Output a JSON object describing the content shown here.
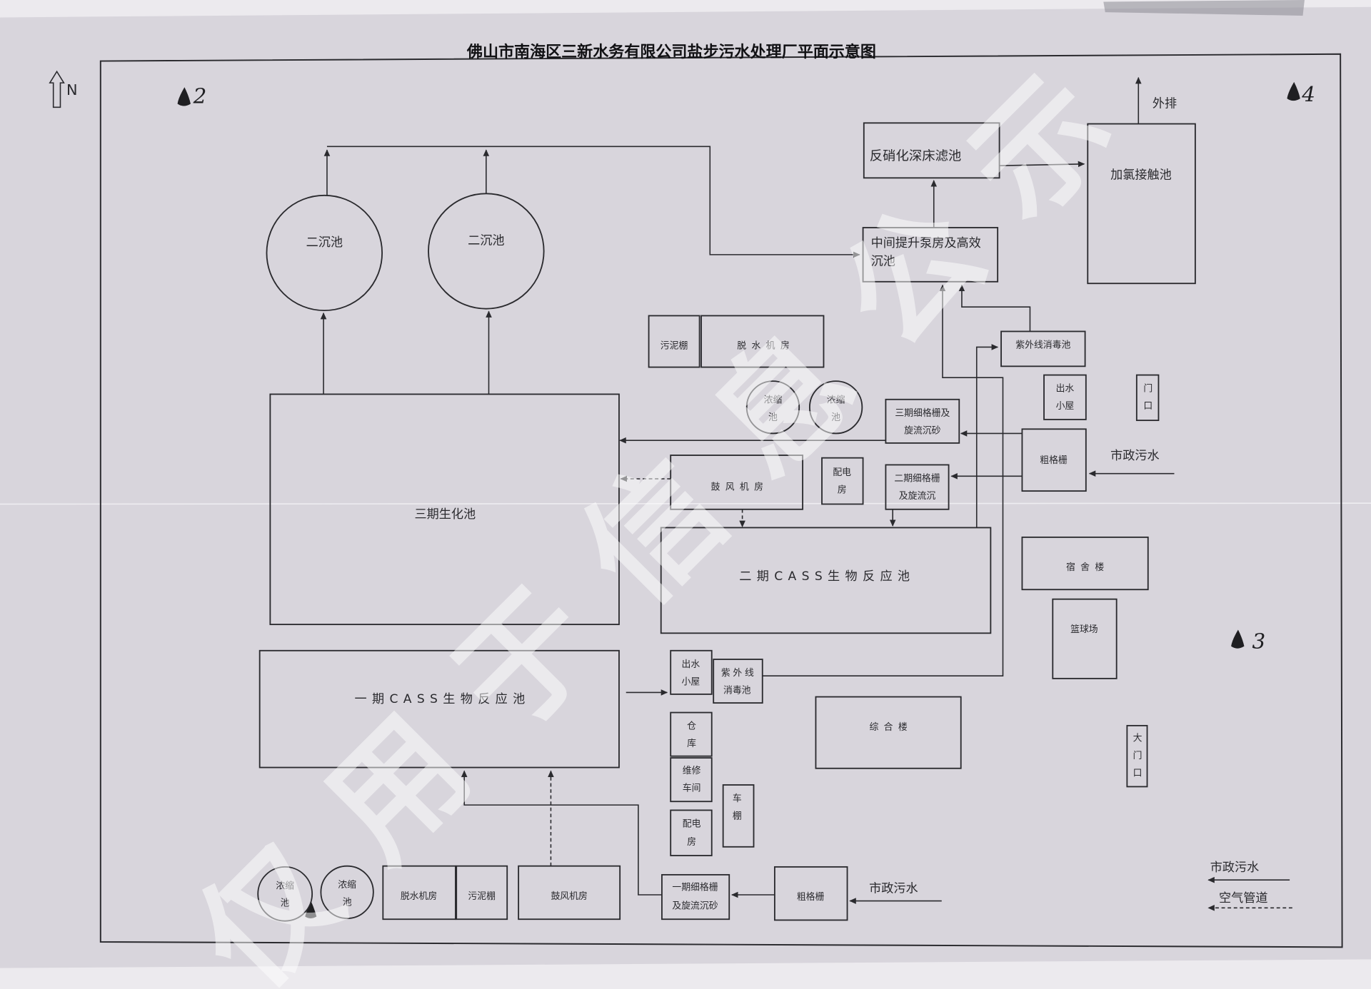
{
  "title": "佛山市南海区三新水务有限公司盐步污水处理厂平面示意图",
  "compass": {
    "north_label": "N"
  },
  "markers": {
    "marker_2": "2",
    "marker_4": "4",
    "marker_3": "3"
  },
  "watermark": "仅用于信息公示",
  "colors": {
    "paper": "#d8d5dc",
    "ink": "#2a2a2e",
    "watermark": "#ffffff",
    "outside": "#eceaee"
  },
  "facilities": {
    "secondary_clarifier_west": "二沉池",
    "secondary_clarifier_east": "二沉池",
    "denitrification_deep_bed_filter": "反硝化深床滤池",
    "chlorination_contact_tank": "加氯接触池",
    "lift_pump_house_sedimentation": [
      "中间提升泵房及高效",
      "沉池"
    ],
    "uv_disinfection_phase3": "紫外线消毒池",
    "sludge_shed_north": "污泥棚",
    "dewatering_room_north": "脱水机房",
    "thickener_a": [
      "浓缩",
      "池"
    ],
    "thickener_b": [
      "浓缩",
      "池"
    ],
    "fine_screen_phase3": [
      "三期细格栅及",
      "旋流沉砂"
    ],
    "effluent_hut_east": [
      "出水",
      "小屋"
    ],
    "side_gate": [
      "门",
      "口"
    ],
    "coarse_screen_east": "粗格栅",
    "fine_screen_phase2": [
      "二期细格栅",
      "及旋流沉"
    ],
    "power_room_north": [
      "配电",
      "房"
    ],
    "blower_room_north": "鼓风机房",
    "bioreactor_phase3": "三期生化池",
    "cass_reactor_phase2": "二期CASS生物反应池",
    "dormitory": "宿舍楼",
    "basketball_court": "篮球场",
    "cass_reactor_phase1": "一期CASS生物反应池",
    "effluent_hut_south": [
      "出水",
      "小屋"
    ],
    "uv_disinfection_phase1": [
      "紫外线",
      "消毒池"
    ],
    "office_building": "综合楼",
    "warehouse": [
      "仓",
      "库"
    ],
    "repair_workshop": [
      "维修",
      "车间"
    ],
    "power_room_south": [
      "配电",
      "房"
    ],
    "bike_shed": [
      "车",
      "棚"
    ],
    "main_gate": [
      "大",
      "门",
      "口"
    ],
    "thickener_c": [
      "浓缩",
      "池"
    ],
    "thickener_d": [
      "浓缩",
      "池"
    ],
    "dewatering_room_south": "脱水机房",
    "sludge_shed_south": "污泥棚",
    "blower_room_south": "鼓风机房",
    "fine_screen_phase1": [
      "一期细格栅",
      "及旋流沉砂"
    ],
    "coarse_screen_south": "粗格栅"
  },
  "flow_labels": {
    "discharge": "外排",
    "municipal_inlet_east": "市政污水",
    "municipal_inlet_south": "市政污水"
  },
  "legend": {
    "municipal_sewage": "市政污水",
    "air_pipe": "空气管道"
  }
}
